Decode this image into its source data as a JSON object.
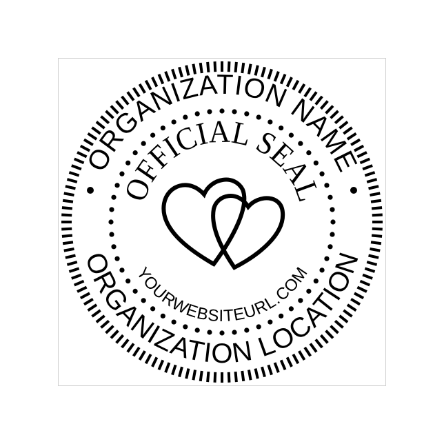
{
  "seal": {
    "top_text": "ORGANIZATION NAME",
    "bottom_text": "ORGANIZATION LOCATION",
    "center_top_text": "OFFICIAL SEAL",
    "center_bottom_text": "YOURWEBSITEURL.COM",
    "emblem": "interlocked-hearts-icon",
    "ink_color": "#000000",
    "border_color": "#cfcfcf"
  }
}
